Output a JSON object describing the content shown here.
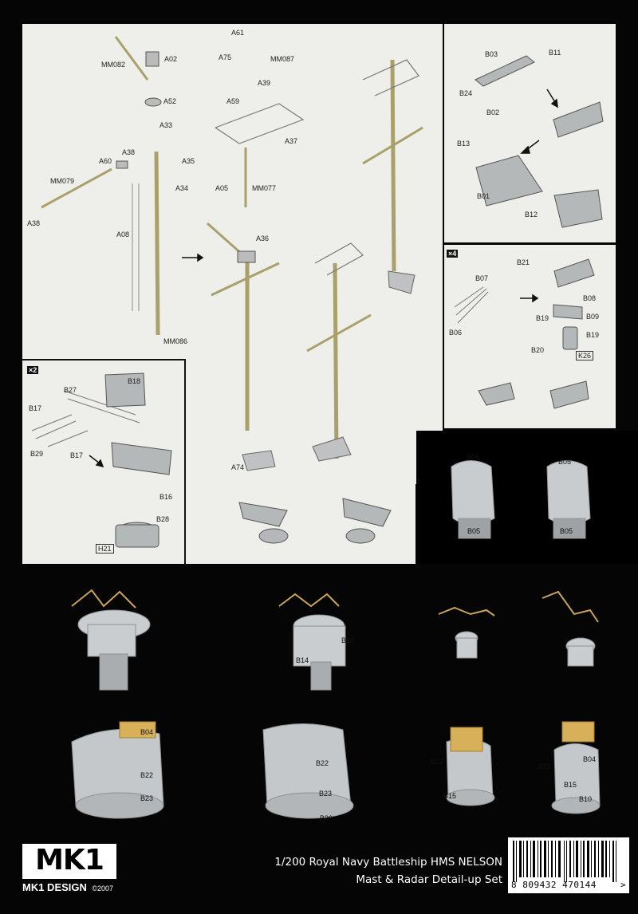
{
  "colors": {
    "background": "#050505",
    "panel": "#eeeeea",
    "brass": "#c9c07a",
    "grey_part": "#b9bcbd",
    "photo_bg": "#000000"
  },
  "main_panel": {
    "labels": [
      "MM082",
      "A02",
      "A52",
      "A33",
      "A38",
      "A60",
      "MM079",
      "A38",
      "A35",
      "A34",
      "A08",
      "MM086",
      "A61",
      "A75",
      "MM087",
      "A39",
      "A59",
      "A37",
      "A05",
      "MM077",
      "A36",
      "A74"
    ]
  },
  "panel_b_top": {
    "labels": [
      "B03",
      "B11",
      "B24",
      "B02",
      "B13",
      "B01",
      "B12"
    ]
  },
  "panel_b_x4": {
    "multiplier": "×4",
    "labels": [
      "B21",
      "B07",
      "B08",
      "B06",
      "B19",
      "B09",
      "B19",
      "B20",
      "K26"
    ]
  },
  "panel_b_x2": {
    "multiplier": "×2",
    "labels": [
      "B27",
      "B18",
      "B17",
      "B29",
      "B17",
      "B16",
      "B28",
      "H21"
    ]
  },
  "photo_labels": {
    "dark_photos": [
      "B05",
      "B05",
      "B05",
      "B05"
    ],
    "middle_row": [
      "B20",
      "B14"
    ],
    "bottom_row": [
      "B04",
      "B22",
      "B23",
      "B22",
      "B23",
      "B26",
      "B22",
      "B15",
      "B22",
      "B04",
      "B15",
      "B10"
    ]
  },
  "footer": {
    "brand_logo": "MK1",
    "brand_name": "MK1 DESIGN",
    "copyright": "©2007",
    "title_line1": "1/200 Royal Navy Battleship HMS NELSON",
    "title_line2": "Mast & Radar Detail-up Set",
    "barcode_number": "8 809432 470144",
    "barcode_arrow": ">"
  }
}
